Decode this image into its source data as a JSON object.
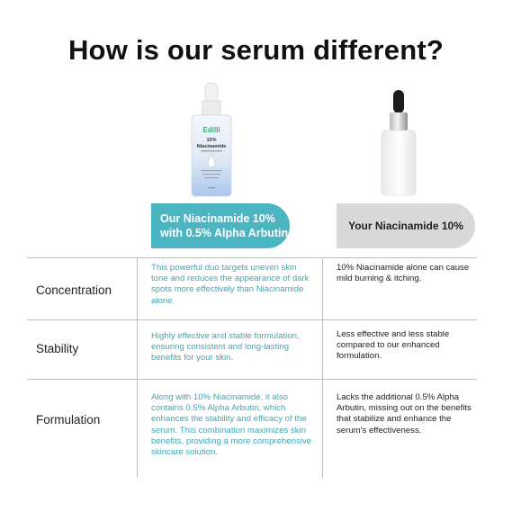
{
  "title": "How is our serum different?",
  "products": {
    "ours": {
      "brand": "Edilli",
      "bottle_line1": "10%",
      "bottle_line2": "Niacinamide",
      "accent_color": "#4bb5c1"
    },
    "theirs": {
      "accent_color": "#d9d9d9"
    }
  },
  "columns": {
    "ours": "Our Niacinamide 10% with 0.5% Alpha Arbutin",
    "theirs": "Your Niacinamide 10%"
  },
  "rows": [
    {
      "label": "Concentration",
      "ours": "This powerful duo targets uneven skin tone and reduces the appearance of dark spots more effectively than Niacinamide alone.",
      "theirs": "10% Niacinamide alone can cause mild burning & itching."
    },
    {
      "label": "Stability",
      "ours": "Highly effective and stable formulation, ensuring consistent and long-lasting benefits for your skin.",
      "theirs": "Less effective and less stable compared to our enhanced formulation."
    },
    {
      "label": "Formulation",
      "ours": "Along with 10% Niacinamide, it also contains 0.5% Alpha Arbutin, which enhances the stability and efficacy of the serum. This combination maximizes skin benefits, providing a more comprehensive skincare solution.",
      "theirs": "Lacks the additional 0.5% Alpha Arbutin, missing out on the benefits that stabilize and enhance the serum's effectiveness."
    }
  ]
}
